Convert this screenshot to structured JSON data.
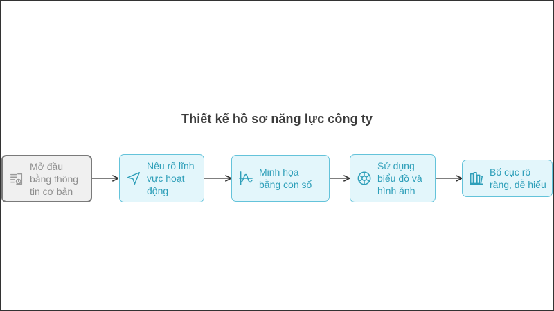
{
  "title": "Thiết kế hồ sơ năng lực công ty",
  "steps": [
    {
      "icon": "document-icon",
      "lines": [
        "Mở đầu",
        "bằng thông",
        "tin cơ bản"
      ]
    },
    {
      "icon": "navigation-arrow-icon",
      "lines": [
        "Nêu rõ lĩnh",
        "vực hoạt",
        "động"
      ]
    },
    {
      "icon": "function-graph-icon",
      "lines": [
        "Minh họa",
        "bằng con số"
      ]
    },
    {
      "icon": "aperture-chart-icon",
      "lines": [
        "Sử dụng",
        "biểu đồ và",
        "hình ảnh"
      ]
    },
    {
      "icon": "books-icon",
      "lines": [
        "Bố cục rõ",
        "ràng, dễ hiểu"
      ]
    }
  ],
  "colors": {
    "first_step_border": "#7a7a7a",
    "first_step_fill": "#f0f0f0",
    "step_border": "#64c3da",
    "step_fill": "#e3f6fb",
    "step_text": "#2e9fb9",
    "arrow": "#333333"
  }
}
